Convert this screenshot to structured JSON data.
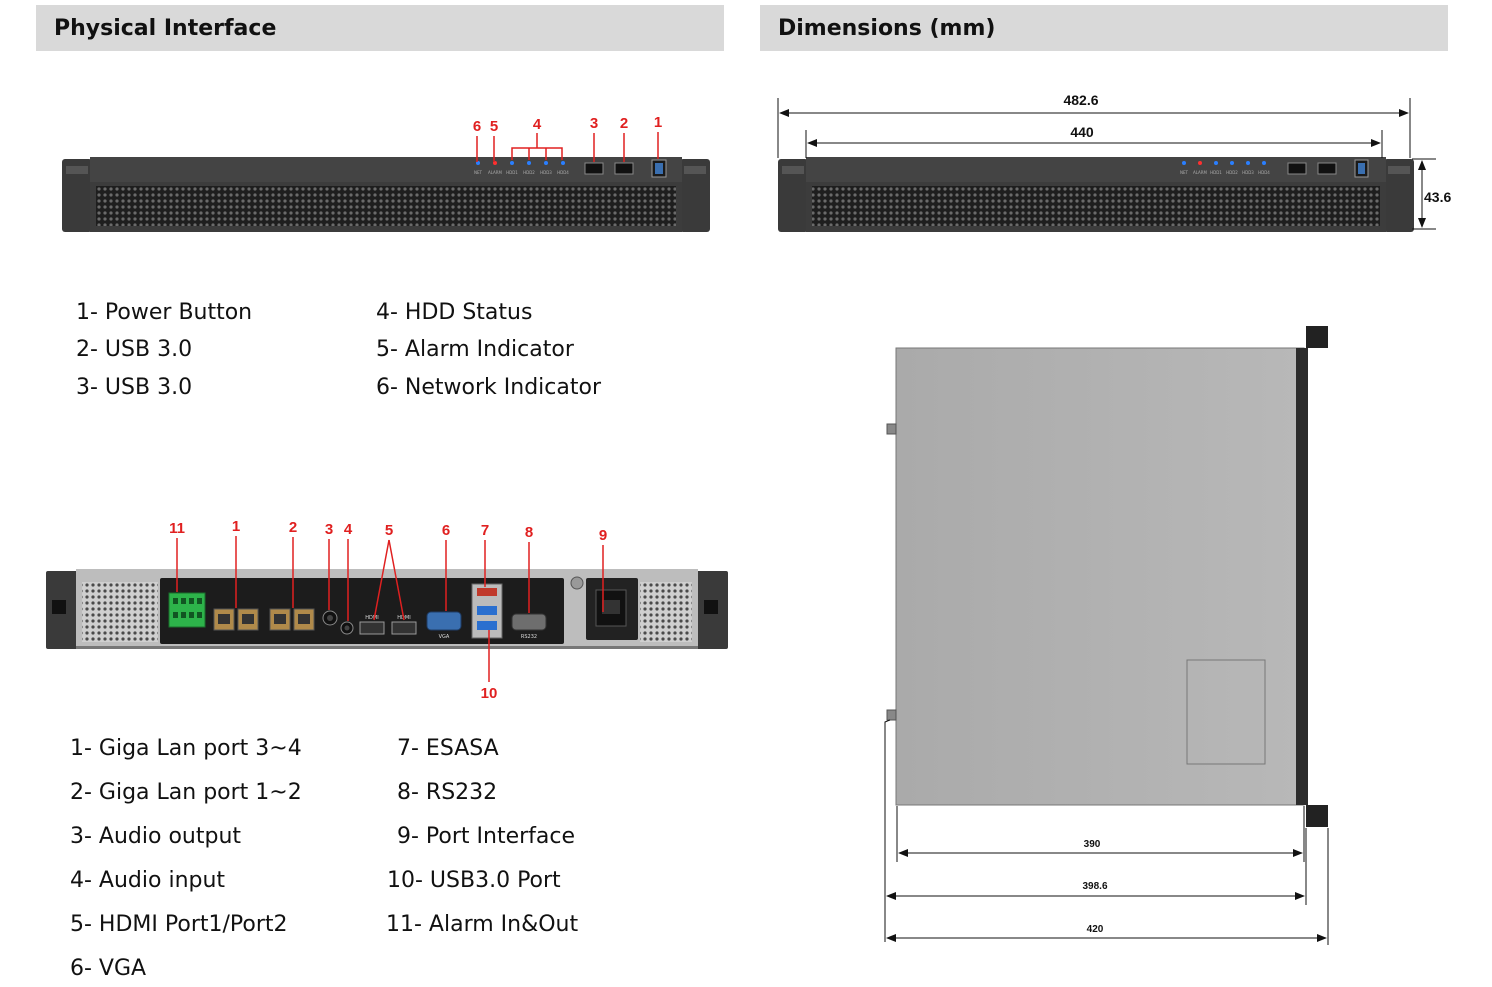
{
  "headers": {
    "physical_interface": "Physical Interface",
    "dimensions": "Dimensions (mm)"
  },
  "front_panel": {
    "callouts": [
      "6",
      "5",
      "4",
      "3",
      "2",
      "1"
    ],
    "led_labels": [
      "NET",
      "ALARM",
      "HDD1",
      "HDD2",
      "HDD3",
      "HDD4"
    ],
    "legend_left": [
      "1- Power Button",
      "2- USB 3.0",
      "3- USB 3.0"
    ],
    "legend_right": [
      "4- HDD Status",
      "5- Alarm Indicator",
      "6- Network Indicator"
    ]
  },
  "rear_panel": {
    "callouts": [
      "11",
      "1",
      "2",
      "3",
      "4",
      "5",
      "6",
      "7",
      "8",
      "9",
      "10"
    ],
    "port_labels": {
      "vga": "VGA",
      "rs232": "RS232",
      "hdmi": "HDMI"
    },
    "legend_left": [
      "1- Giga Lan port 3~4",
      "2- Giga Lan port 1~2",
      "3- Audio output",
      "4- Audio input",
      "5- HDMI Port1/Port2",
      "6- VGA"
    ],
    "legend_right": [
      "7- ESASA",
      "8- RS232",
      "9- Port Interface",
      "10- USB3.0 Port",
      "11- Alarm In&Out"
    ]
  },
  "dimensions": {
    "width_with_ears": "482.6",
    "width_body": "440",
    "height": "43.6",
    "depth_body": "390",
    "depth_with_ears": "398.6",
    "depth_total": "420"
  },
  "colors": {
    "header_bg": "#d9d9d9",
    "callout_red": "#e02020",
    "chassis_dark": "#3a3a3a",
    "led_blue": "#2a7fff",
    "led_red": "#ff3030",
    "terminal_green": "#2db34a",
    "vga_blue": "#3a6fb0"
  }
}
